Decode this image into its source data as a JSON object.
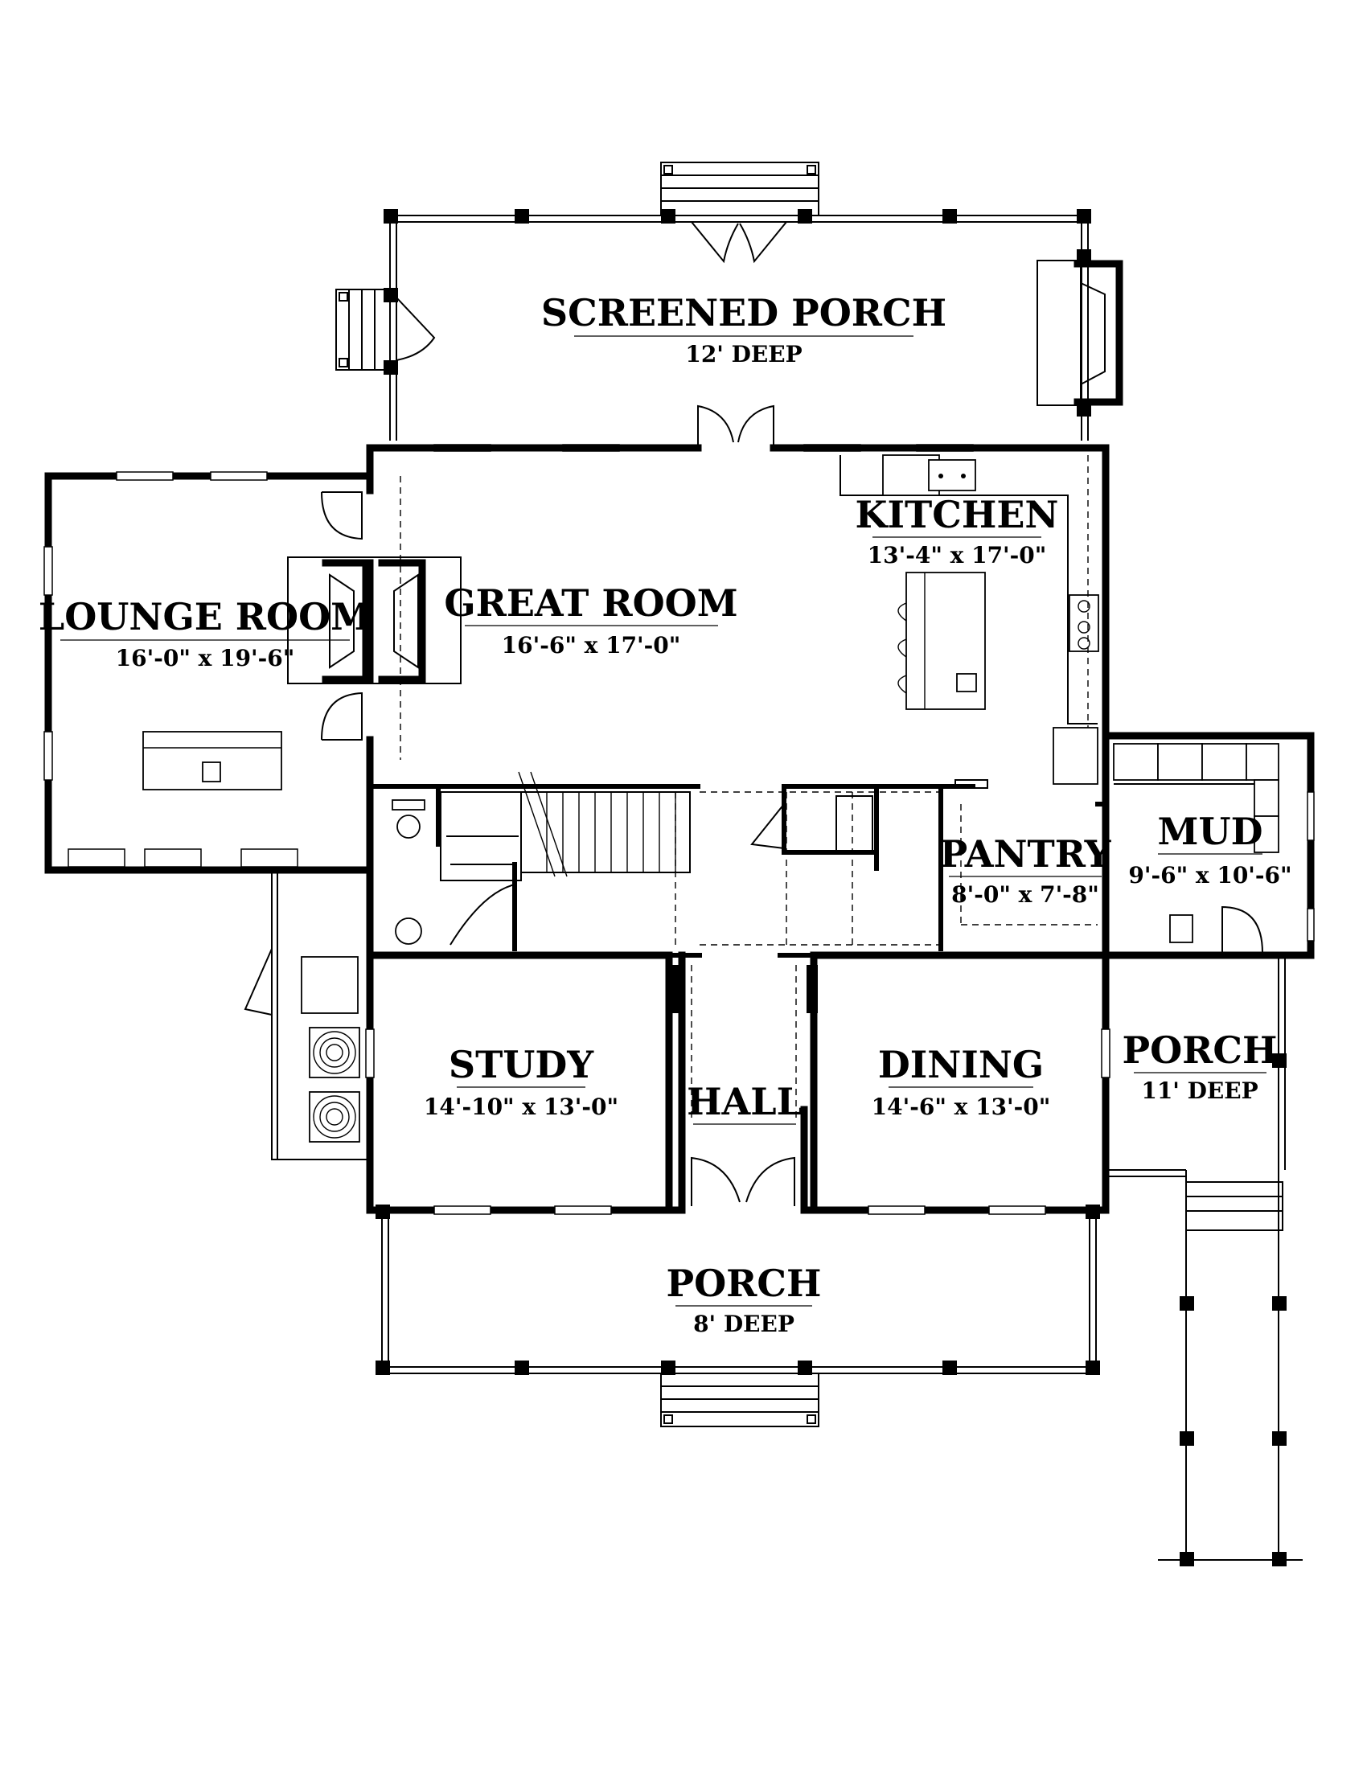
{
  "rooms": {
    "screened_porch": {
      "name": "SCREENED PORCH",
      "dim": "12' DEEP"
    },
    "kitchen": {
      "name": "KITCHEN",
      "dim": "13'-4\" x 17'-0\""
    },
    "lounge_room": {
      "name": "LOUNGE ROOM",
      "dim": "16'-0\" x 19'-6\""
    },
    "great_room": {
      "name": "GREAT ROOM",
      "dim": "16'-6\" x 17'-0\""
    },
    "pantry": {
      "name": "PANTRY",
      "dim": "8'-0\" x 7'-8\""
    },
    "mud": {
      "name": "MUD",
      "dim": "9'-6\" x 10'-6\""
    },
    "study": {
      "name": "STUDY",
      "dim": "14'-10\" x 13'-0\""
    },
    "hall": {
      "name": "HALL"
    },
    "dining": {
      "name": "DINING",
      "dim": "14'-6\" x 13'-0\""
    },
    "side_porch": {
      "name": "PORCH",
      "dim": "11' DEEP"
    },
    "front_porch": {
      "name": "PORCH",
      "dim": "8' DEEP"
    }
  }
}
